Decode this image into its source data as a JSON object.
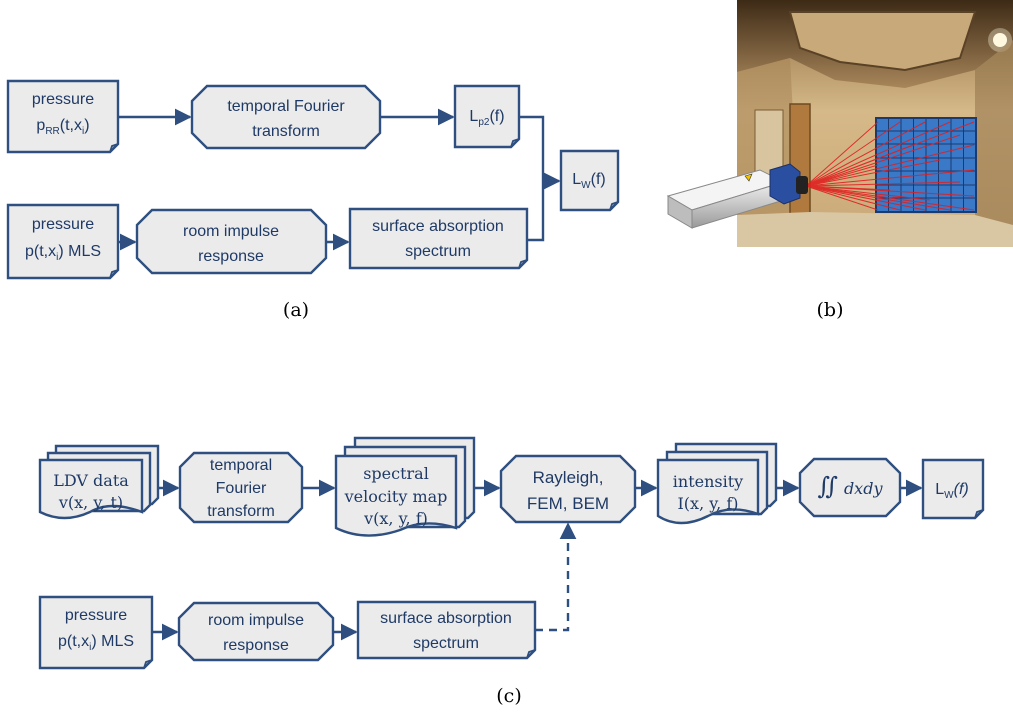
{
  "panel_a": {
    "pressure_rr": {
      "l1": "pressure",
      "l2_main": "p",
      "l2_sub": "RR",
      "l2_rest": "(t,x",
      "l2_sub2": "i",
      "l2_end": ")"
    },
    "temporal_ft": {
      "l1": "temporal Fourier",
      "l2": "transform"
    },
    "lp2": {
      "main": "L",
      "sub": "p2",
      "rest": "(f)"
    },
    "lw": {
      "main": "L",
      "sub": "W",
      "rest": "(f)"
    },
    "pressure_mls": {
      "l1": "pressure",
      "l2_a": "p(t,x",
      "l2_sub": "i",
      "l2_b": ") MLS"
    },
    "room_impulse": {
      "l1": "room impulse",
      "l2": "response"
    },
    "surface_abs": {
      "l1": "surface absorption",
      "l2": "spectrum"
    },
    "caption": "(a)"
  },
  "panel_b": {
    "caption": "(b)",
    "photo_description": "room-photo-with-ldv-laser-scanner"
  },
  "panel_c": {
    "ldv": {
      "l1": "LDV data",
      "l2": "v(x, y, t)"
    },
    "temporal_ft": {
      "l1": "temporal",
      "l2": "Fourier",
      "l3": "transform"
    },
    "spectral": {
      "l1": "spectral",
      "l2": "velocity map",
      "l3": "v(x, y, f)"
    },
    "solver": {
      "l1": "Rayleigh,",
      "l2": "FEM, BEM"
    },
    "intensity": {
      "l1": "intensity",
      "l2": "I(x, y, f)"
    },
    "integral": {
      "sym": "∬",
      "rest": "dxdy"
    },
    "lw": {
      "main": "L",
      "sub": "W",
      "rest": "(f)"
    },
    "pressure_mls": {
      "l1": "pressure",
      "l2_a": "p(t,x",
      "l2_sub": "i",
      "l2_b": ") MLS"
    },
    "room_impulse": {
      "l1": "room impulse",
      "l2": "response"
    },
    "surface_abs": {
      "l1": "surface absorption",
      "l2": "spectrum"
    },
    "caption": "(c)"
  },
  "colors": {
    "box_fill": "#ebebeb",
    "box_stroke": "#2e4f7f",
    "text": "#1f3a66",
    "laser": "#e02020"
  }
}
